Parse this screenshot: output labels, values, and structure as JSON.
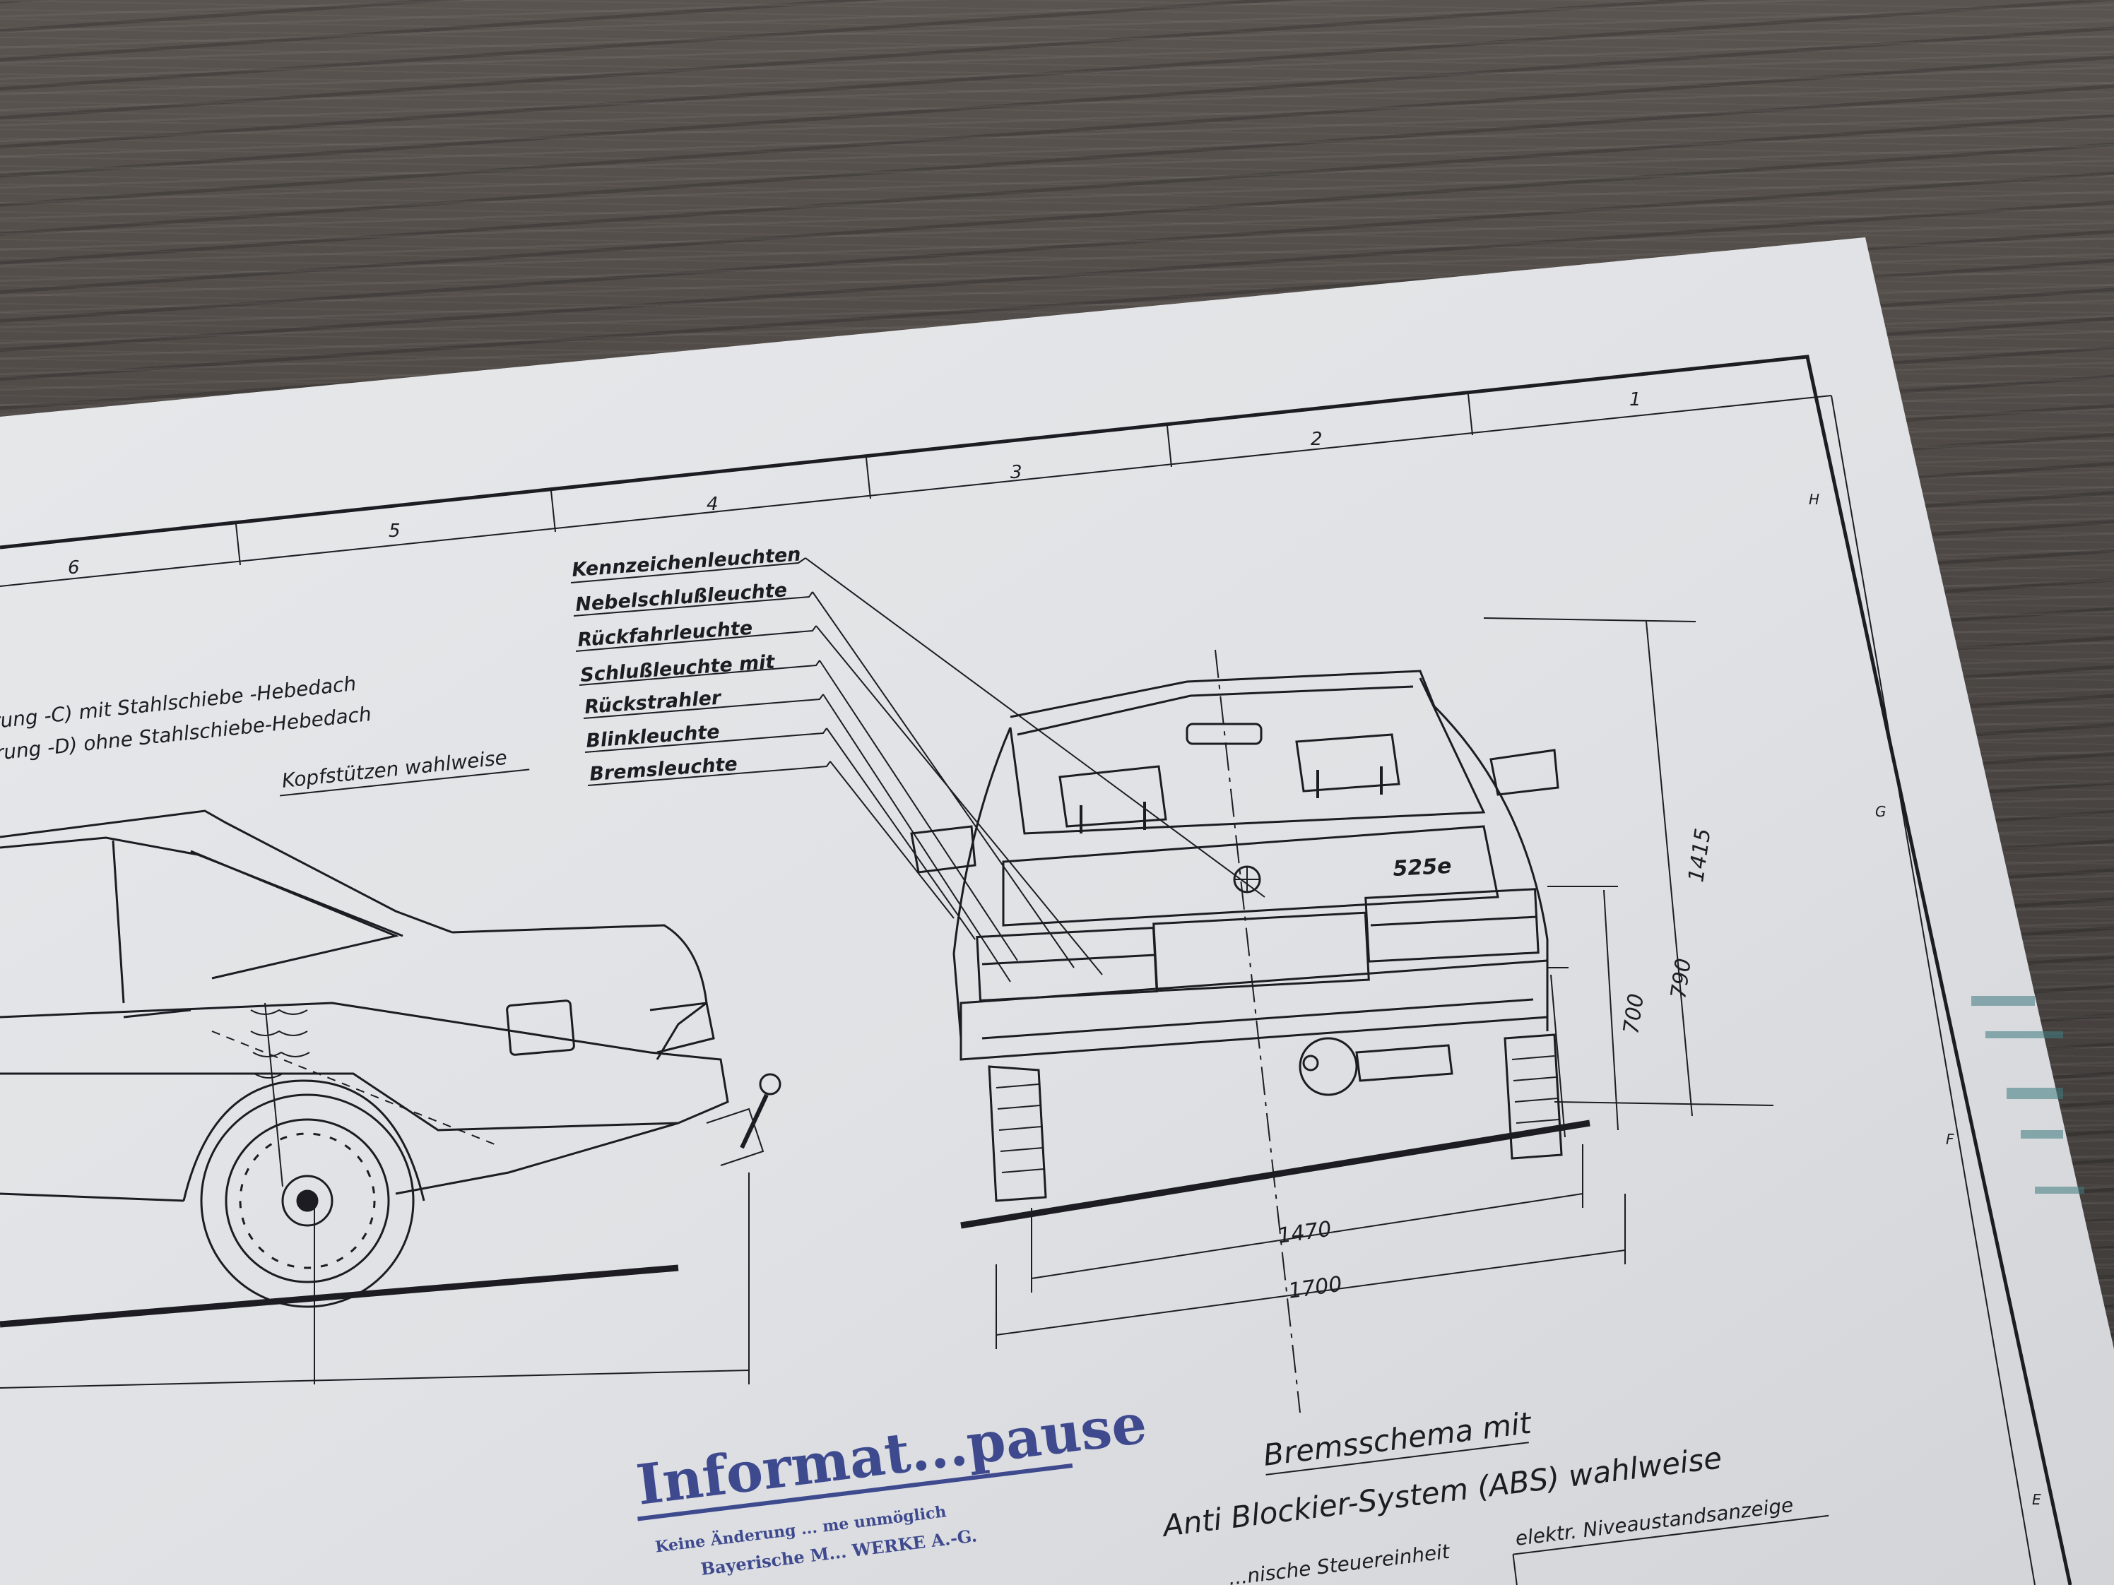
{
  "grid": {
    "columns": [
      "6",
      "5",
      "4",
      "3",
      "2",
      "1"
    ],
    "rows": [
      "H",
      "G",
      "F",
      "E"
    ]
  },
  "notes": {
    "variant_c": "rung -C) mit Stahlschiebe -Hebedach",
    "variant_d": "rung -D) ohne Stahlschiebe-Hebedach",
    "headrests": "Kopfstützen wahlweise"
  },
  "lamp_legend": [
    "Kennzeichenleuchten",
    "Nebelschlußleuchte",
    "Rückfahrleuchte",
    "Schlußleuchte mit",
    "Rückstrahler",
    "Blinkleuchte",
    "Bremsleuchte"
  ],
  "badge": "525e",
  "dimensions": {
    "height": "1415",
    "bumper_top": "790",
    "bumper_bottom": "700",
    "track": "1470",
    "width": "1700"
  },
  "caption": {
    "line1": "Bremsschema mit",
    "line2": "Anti Blockier-System (ABS) wahlweise",
    "left_fragment": "...nische Steuereinheit",
    "right_label": "elektr. Niveaustandsanzeige"
  },
  "stamp": {
    "title": "Informat...pause",
    "line1": "Keine Änderung ... me unmöglich",
    "line2": "Bayerische M... WERKE A.-G."
  },
  "colors": {
    "paper": "#dfe1e4",
    "ink": "#1c1c22",
    "stamp_ink": "#2e3a86"
  }
}
